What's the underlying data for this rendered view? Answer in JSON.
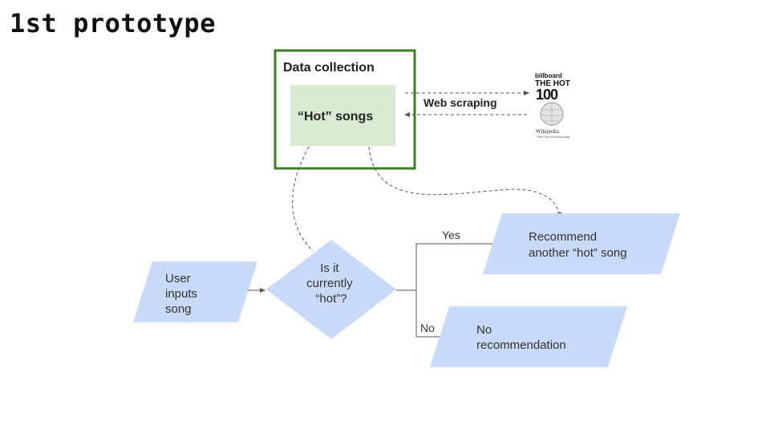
{
  "slide": {
    "title": "1st prototype"
  },
  "data_collection": {
    "title": "Data collection",
    "inner_label": "“Hot” songs",
    "border_color": "#3b7d23",
    "fill_color": "#d9ead3"
  },
  "sources": {
    "connector_label": "Web scraping",
    "billboard": {
      "line1": "billboard",
      "line2": "THE HOT",
      "line3": "100"
    },
    "wikipedia": {
      "line1": "Wikipedia",
      "line2": "The Free Encyclopedia"
    }
  },
  "flow": {
    "shape_color": "#c9daf8",
    "user_input": [
      "User",
      "inputs",
      "song"
    ],
    "decision": [
      "Is it",
      "currently",
      "“hot”?"
    ],
    "yes_label": "Yes",
    "no_label": "No",
    "recommend": [
      "Recommend",
      "another “hot” song"
    ],
    "no_recommendation": [
      "No",
      "recommendation"
    ]
  },
  "icons": [
    "billboard-logo",
    "wikipedia-globe-icon"
  ]
}
